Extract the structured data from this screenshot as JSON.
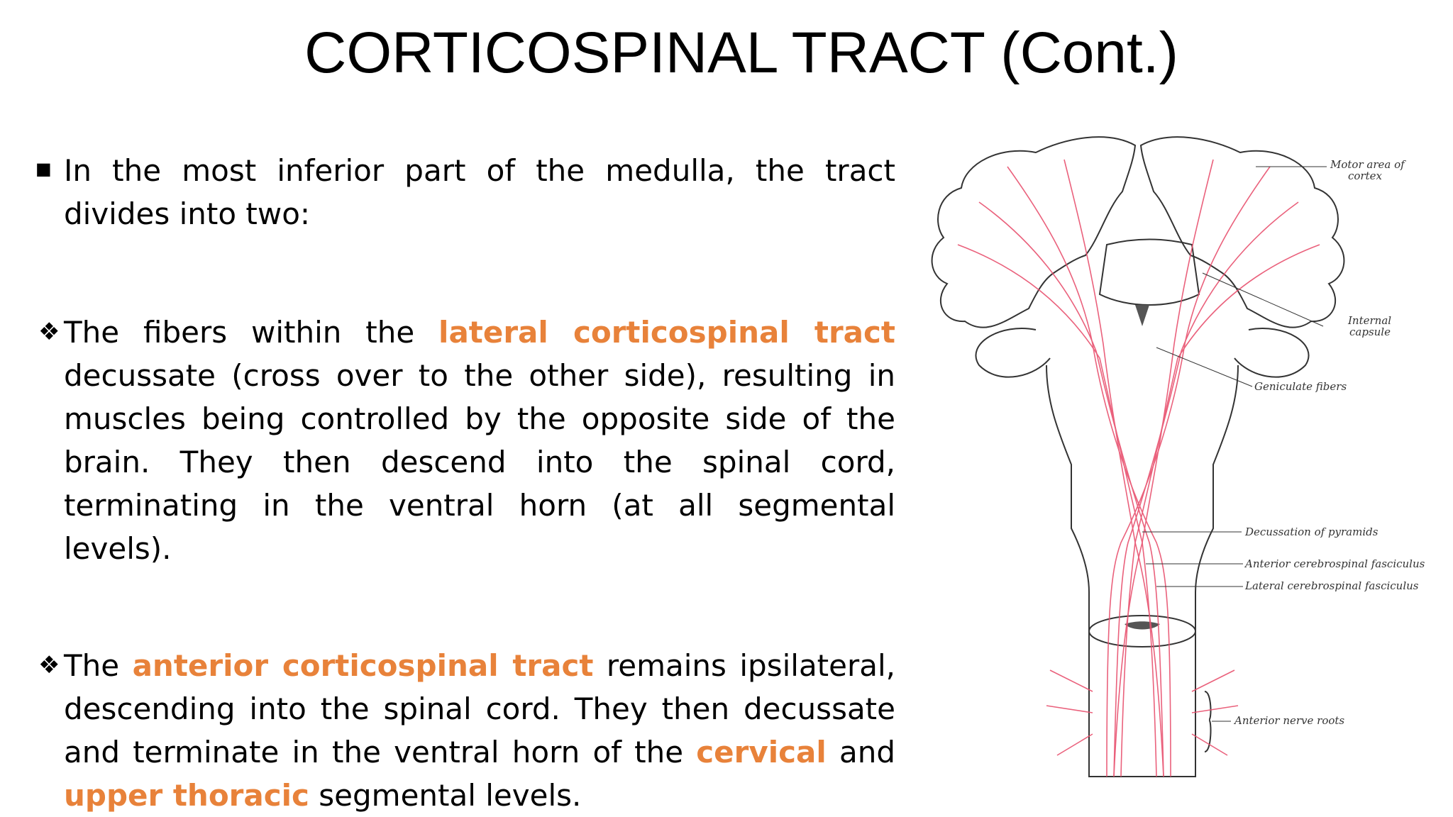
{
  "slide": {
    "title": "CORTICOSPINAL TRACT (Cont.)",
    "paragraphs": [
      {
        "bullet": "square-bullet",
        "segments": [
          {
            "text": "In the most inferior part of the medulla, the tract divides into two:",
            "highlight": false
          }
        ]
      },
      {
        "bullet": "diamond-bullet",
        "segments": [
          {
            "text": "The fibers within the ",
            "highlight": false
          },
          {
            "text": "lateral corticospinal tract",
            "highlight": true
          },
          {
            "text": " decussate (cross over to the other side), resulting in muscles being controlled by the opposite side of the brain. They then descend into the spinal cord, terminating in the ventral horn (at all segmental levels).",
            "highlight": false
          }
        ]
      },
      {
        "bullet": "diamond-bullet",
        "segments": [
          {
            "text": "The ",
            "highlight": false
          },
          {
            "text": "anterior corticospinal tract",
            "highlight": true
          },
          {
            "text": " remains ipsilateral, descending into the spinal cord. They then decussate and terminate in the ventral horn of the ",
            "highlight": false
          },
          {
            "text": "cervical",
            "highlight": true
          },
          {
            "text": " and ",
            "highlight": false
          },
          {
            "text": "upper thoracic",
            "highlight": true
          },
          {
            "text": " segmental levels.",
            "highlight": false
          }
        ]
      }
    ],
    "highlight_color": "#e8823a"
  },
  "figure": {
    "labels": {
      "motor_area_1": "Motor area of",
      "motor_area_2": "cortex",
      "internal_capsule_1": "Internal",
      "internal_capsule_2": "capsule",
      "geniculate": "Geniculate fibers",
      "decussation": "Decussation of pyramids",
      "anterior_fasciculus": "Anterior cerebrospinal fasciculus",
      "lateral_fasciculus": "Lateral cerebrospinal fasciculus",
      "nerve_roots": "Anterior nerve roots"
    },
    "fiber_color": "#e8506e"
  }
}
